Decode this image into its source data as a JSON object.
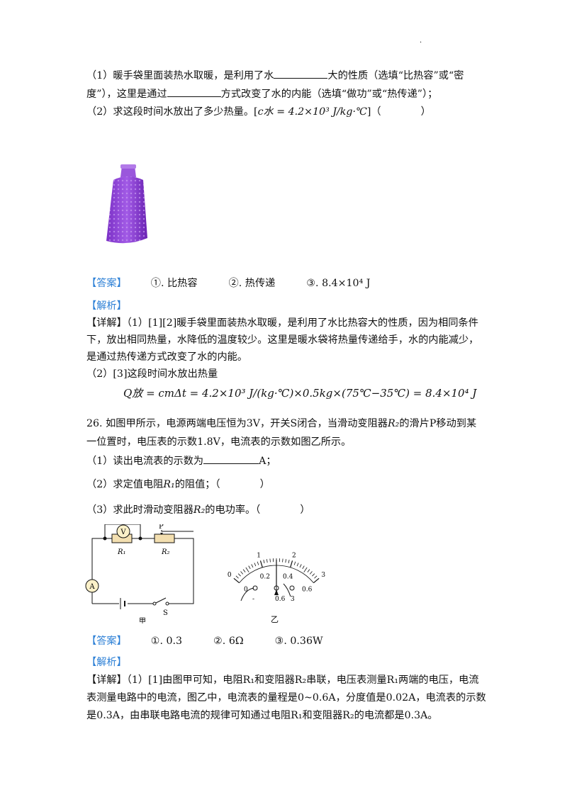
{
  "q25": {
    "l1_a": "（1）暖手袋里面装热水取暖，是利用了水",
    "l1_b": "大的性质（选填“比热容”或“密",
    "l2_a": "度”），这里是通过",
    "l2_b": "方式改变了水的内能（选填“做功”或“热传递”）；",
    "l3_a": "（2）求这段时间水放出了多少热量。[",
    "l3_formula": "c水 = 4.2×10³ J/kg·℃",
    "l3_b": "]（",
    "l3_c": "）",
    "answer_tag": "【答案】",
    "ans1": "①. 比热容",
    "ans2": "②. 热传递",
    "ans3_label": "③.",
    "ans3_value": "8.4×10⁴ J",
    "analysis_tag": "【解析】",
    "detail_tag": "【详解】",
    "d1": "（1）[1][2]暖手袋里面装热水取暖，是利用了水比热容大的性质，因为相同条件",
    "d2": "下，放出相同热量，水降低的温度较少。这里是暖水袋将热量传递给手，水的内能减少，",
    "d3": "是通过热传递方式改变了水的内能。",
    "d4": "（2）[3]这段时间水放出热量",
    "formula": "Q放 = cmΔt = 4.2×10³ J/(kg·℃)×0.5kg×(75℃−35℃) = 8.4×10⁴ J"
  },
  "q26": {
    "l1_a": "26. 如图甲所示，电源两端电压恒为3V，开关S闭合，当滑动变阻器",
    "l1_b": "的滑片P移动到某",
    "l2": "一位置时，电压表的示数1.8V，电流表的示数如图乙所示。",
    "l3_a": "（1）读出电流表的示数为",
    "l3_b": "A；",
    "l4_a": "（2）求定值电阻",
    "l4_b": "的阻值；（",
    "l4_c": "）",
    "l5_a": "（3）求此时滑动变阻器",
    "l5_b": "的电功率。（",
    "l5_c": "）",
    "answer_tag": "【答案】",
    "ans1": "①. 0.3",
    "ans2_label": "②.",
    "ans2_value": "6Ω",
    "ans3_label": "③.",
    "ans3_value": "0.36W",
    "analysis_tag": "【解析】",
    "detail_tag": "【详解】",
    "d1": "（1）[1]由图甲可知，电阻R₁和变阻器R₂串联，电压表测量R₁两端的电压，电流",
    "d2": "表测量电路中的电流，图乙中，电流表的量程是0~0.6A，分度值是0.02A，电流表的示数",
    "d3": "是0.3A，由串联电路电流的规律可知通过电阻R₁和变阻器R₂的电流都是0.3A。"
  },
  "figure_labels": {
    "voltmeter": "V",
    "ammeter": "A",
    "r1": "R₁",
    "r2": "R₂",
    "slider": "P",
    "switch": "S",
    "caption_a": "甲",
    "caption_b": "乙",
    "scale_top": [
      "0",
      "1",
      "2",
      "3"
    ],
    "scale_bottom": [
      "0",
      "0.2",
      "0.4",
      "0.6"
    ],
    "terminals": [
      "-",
      "0.6",
      "3"
    ]
  },
  "symbols": {
    "R1": "R₁",
    "R2": "R₂"
  },
  "colors": {
    "bracket_tag": "#2b7fd6",
    "bottle": "#8a3fd1"
  }
}
